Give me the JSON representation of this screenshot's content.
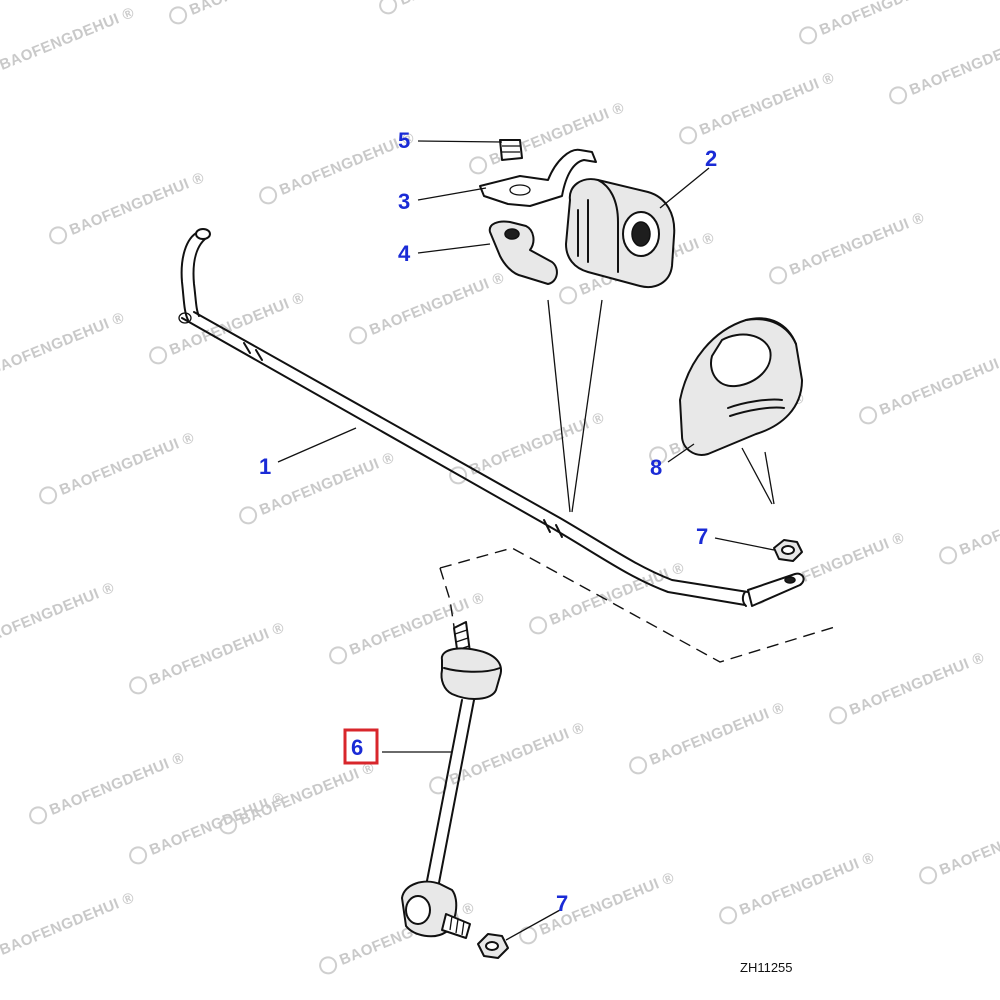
{
  "diagram": {
    "reference_code": "ZH11255",
    "watermark": "BAOFENGDEHUI",
    "watermark_symbol": "®",
    "highlight_color": "#d8262b",
    "number_color": "#1a2bd6",
    "callouts": [
      {
        "label": "1"
      },
      {
        "label": "2"
      },
      {
        "label": "3"
      },
      {
        "label": "4"
      },
      {
        "label": "5"
      },
      {
        "label": "6",
        "highlighted": true
      },
      {
        "label": "7"
      },
      {
        "label": "7"
      },
      {
        "label": "8"
      }
    ]
  }
}
